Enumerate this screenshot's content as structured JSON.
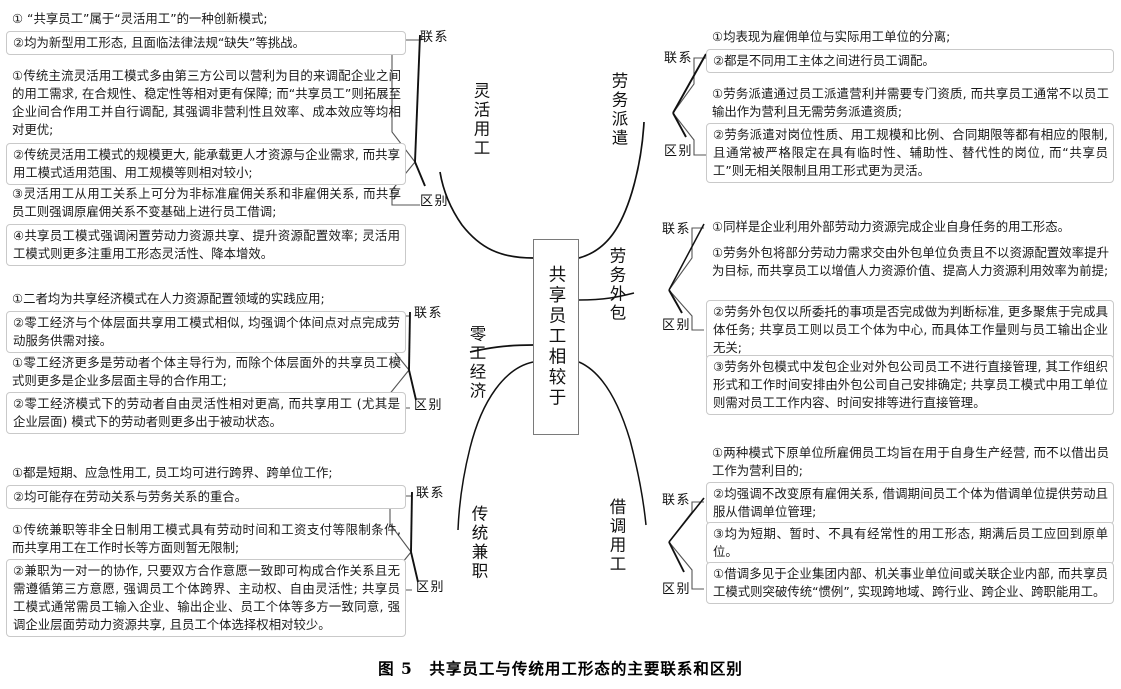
{
  "caption": "图 5　共享员工与传统用工形态的主要联系和区别",
  "center": {
    "label": "共享员工相较于"
  },
  "relation_labels": {
    "link": "联系",
    "diff": "区别"
  },
  "branches": {
    "flexible": {
      "label": "灵活用工",
      "link_items": [
        "① “共享员工”属于“灵活用工”的一种创新模式;",
        "②均为新型用工形态, 且面临法律法规“缺失”等挑战。"
      ],
      "diff_items": [
        "①传统主流灵活用工模式多由第三方公司以营利为目的来调配企业之间的用工需求, 在合规性、稳定性等相对更有保障; 而“共享员工”则拓展至企业间合作用工并自行调配, 其强调非营利性且效率、成本效应等均相对更优;",
        "②传统灵活用工模式的规模更大, 能承载更人才资源与企业需求, 而共享用工模式适用范围、用工规模等则相对较小;",
        "③灵活用工从用工关系上可分为非标准雇佣关系和非雇佣关系, 而共享员工则强调原雇佣关系不变基础上进行员工借调;",
        "④共享员工模式强调闲置劳动力资源共享、提升资源配置效率; 灵活用工模式则更多注重用工形态灵活性、降本增效。"
      ]
    },
    "gig": {
      "label": "零工经济",
      "link_items": [
        "①二者均为共享经济模式在人力资源配置领域的实践应用;",
        "②零工经济与个体层面共享用工模式相似, 均强调个体间点对点完成劳动服务供需对接。"
      ],
      "diff_items": [
        "①零工经济更多是劳动者个体主导行为, 而除个体层面外的共享员工模式则更多是企业多层面主导的合作用工;",
        "②零工经济模式下的劳动者自由灵活性相对更高, 而共享用工 (尤其是企业层面) 模式下的劳动者则更多出于被动状态。"
      ]
    },
    "parttime": {
      "label": "传统兼职",
      "link_items": [
        "①都是短期、应急性用工, 员工均可进行跨界、跨单位工作;",
        "②均可能存在劳动关系与劳务关系的重合。"
      ],
      "diff_items": [
        "①传统兼职等非全日制用工模式具有劳动时间和工资支付等限制条件, 而共享用工在工作时长等方面则暂无限制;",
        "②兼职为一对一的协作, 只要双方合作意愿一致即可构成合作关系且无需遵循第三方意愿, 强调员工个体跨界、主动权、自由灵活性; 共享员工模式通常需员工输入企业、输出企业、员工个体等多方一致同意, 强调企业层面劳动力资源共享, 且员工个体选择权相对较少。"
      ]
    },
    "dispatch": {
      "label": "劳务派遣",
      "link_items": [
        "①均表现为雇佣单位与实际用工单位的分离;",
        "②都是不同用工主体之间进行员工调配。"
      ],
      "diff_items": [
        "①劳务派遣通过员工派遣营利并需要专门资质, 而共享员工通常不以员工输出作为营利且无需劳务派遣资质;",
        "②劳务派遣对岗位性质、用工规模和比例、合同期限等都有相应的限制, 且通常被严格限定在具有临时性、辅助性、替代性的岗位, 而“共享员工”则无相关限制且用工形式更为灵活。"
      ]
    },
    "outsourcing": {
      "label": "劳务外包",
      "link_items": [
        "①同样是企业利用外部劳动力资源完成企业自身任务的用工形态。"
      ],
      "diff_items": [
        "①劳务外包将部分劳动力需求交由外包单位负责且不以资源配置效率提升为目标, 而共享员工以增值人力资源价值、提高人力资源利用效率为前提;",
        "②劳务外包仅以所委托的事项是否完成做为判断标准, 更多聚焦于完成具体任务; 共享员工则以员工个体为中心, 而具体工作量则与员工输出企业无关;",
        "③劳务外包模式中发包企业对外包公司员工不进行直接管理, 其工作组织形式和工作时间安排由外包公司自己安排确定; 共享员工模式中用工单位则需对员工工作内容、时间安排等进行直接管理。"
      ]
    },
    "secondment": {
      "label": "借调用工",
      "link_items": [
        "①两种模式下原单位所雇佣员工均旨在用于自身生产经营, 而不以借出员工作为营利目的;",
        "②均强调不改变原有雇佣关系, 借调期间员工个体为借调单位提供劳动且服从借调单位管理;",
        "③均为短期、暂时、不具有经常性的用工形态, 期满后员工应回到原单位。"
      ],
      "diff_items": [
        "①借调多见于企业集团内部、机关事业单位间或关联企业内部, 而共享员工模式则突破传统“惯例”, 实现跨地域、跨行业、跨企业、跨职能用工。"
      ]
    }
  }
}
